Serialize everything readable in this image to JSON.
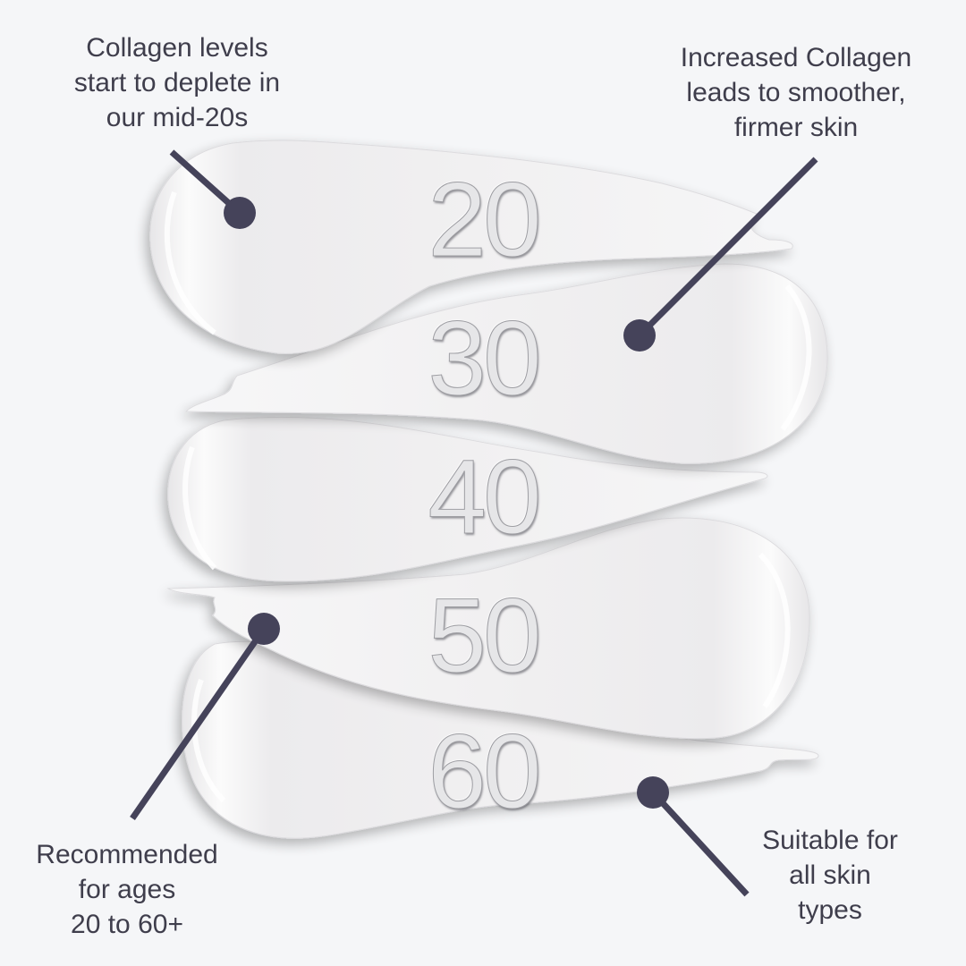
{
  "colors": {
    "background": "#f5f6f8",
    "text": "#3f3e4c",
    "pin": "#45435a",
    "cream": "#f2f1f2",
    "numeral_fill": "#e6e6e8",
    "numeral_outline": "#9d9da2"
  },
  "ages": [
    {
      "label": "20"
    },
    {
      "label": "30"
    },
    {
      "label": "40"
    },
    {
      "label": "50"
    },
    {
      "label": "60"
    }
  ],
  "callouts": {
    "top_left": {
      "lines": [
        "Collagen levels",
        "start to deplete in",
        "our mid-20s"
      ],
      "icon": "pin-marker"
    },
    "top_right": {
      "lines": [
        "Increased Collagen",
        "leads to smoother,",
        "firmer skin"
      ],
      "icon": "pin-marker"
    },
    "bottom_left": {
      "lines": [
        "Recommended",
        "for ages",
        "20 to 60+"
      ],
      "icon": "pin-marker"
    },
    "bottom_right": {
      "lines": [
        "Suitable for",
        "all skin",
        "types"
      ],
      "icon": "pin-marker"
    }
  }
}
